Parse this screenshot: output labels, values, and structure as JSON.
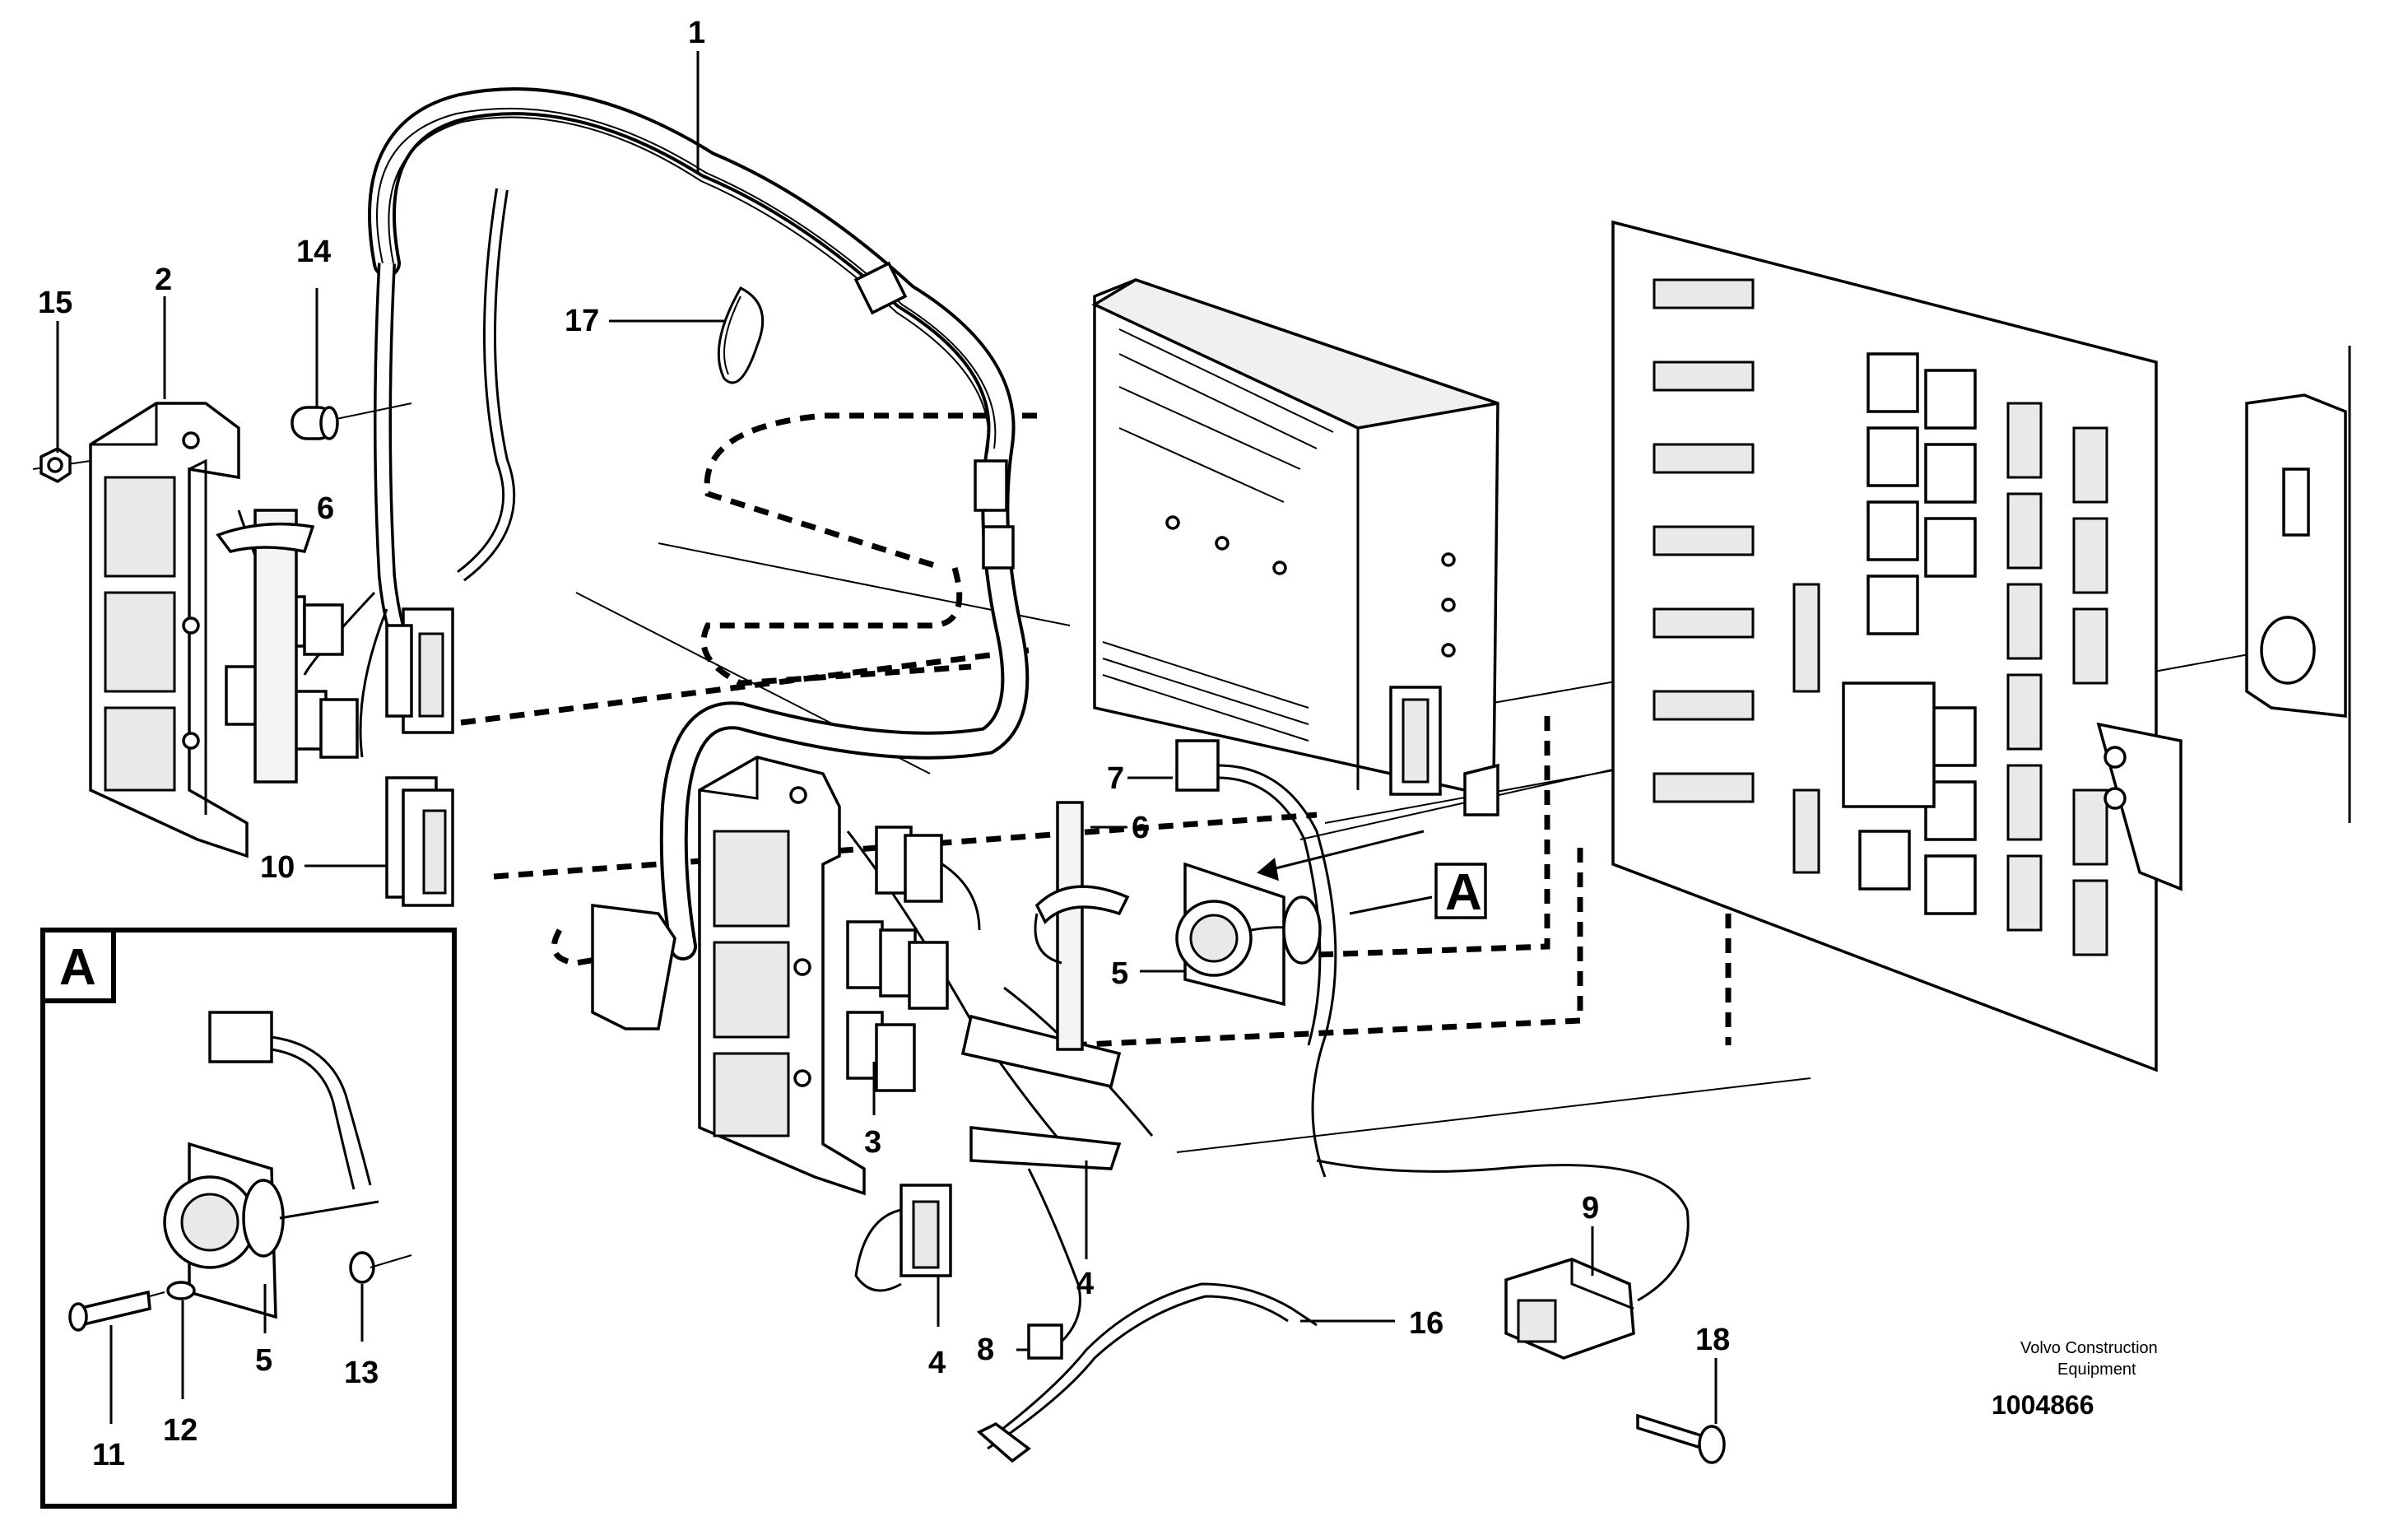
{
  "callouts": [
    {
      "id": "c1",
      "label": "1"
    },
    {
      "id": "c2",
      "label": "2"
    },
    {
      "id": "c3",
      "label": "3"
    },
    {
      "id": "c4a",
      "label": "4"
    },
    {
      "id": "c4b",
      "label": "4"
    },
    {
      "id": "c5a",
      "label": "5"
    },
    {
      "id": "c5b",
      "label": "5"
    },
    {
      "id": "c6a",
      "label": "6"
    },
    {
      "id": "c6b",
      "label": "6"
    },
    {
      "id": "c7",
      "label": "7"
    },
    {
      "id": "c8",
      "label": "8"
    },
    {
      "id": "c9",
      "label": "9"
    },
    {
      "id": "c10",
      "label": "10"
    },
    {
      "id": "c11",
      "label": "11"
    },
    {
      "id": "c12",
      "label": "12"
    },
    {
      "id": "c13",
      "label": "13"
    },
    {
      "id": "c14",
      "label": "14"
    },
    {
      "id": "c15",
      "label": "15"
    },
    {
      "id": "c16",
      "label": "16"
    },
    {
      "id": "c17",
      "label": "17"
    },
    {
      "id": "c18",
      "label": "18"
    }
  ],
  "detail_view": {
    "label": "A"
  },
  "detail_ref": {
    "label": "A"
  },
  "credit": {
    "line1": "Volvo Construction",
    "line2": "Equipment"
  },
  "document_number": "1004866"
}
